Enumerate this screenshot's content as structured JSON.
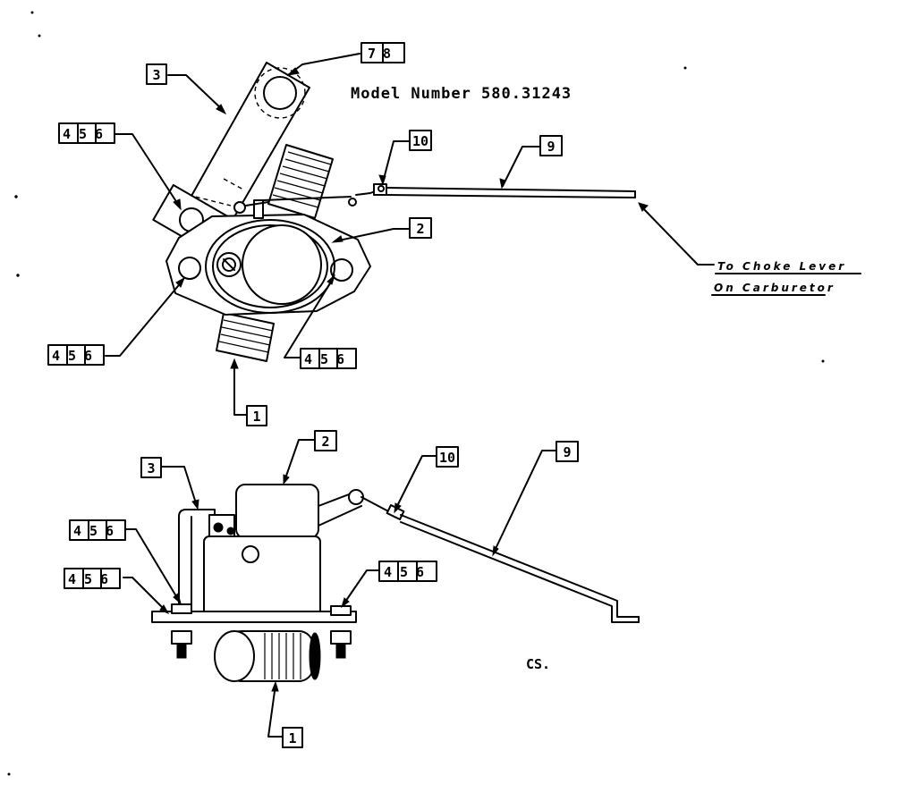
{
  "model_number": "Model Number 580.31243",
  "note_line1": "To Choke Lever",
  "note_line2": "On Carburetor",
  "drawing_code": "CS.",
  "callouts": {
    "top_part3": "3",
    "top_part78": "78",
    "top_part456_upper": "456",
    "top_part10": "10",
    "top_part9": "9",
    "top_part2": "2",
    "top_part456_left": "456",
    "top_part456_right": "456",
    "top_part1": "1",
    "side_part2": "2",
    "side_part10": "10",
    "side_part9": "9",
    "side_part3": "3",
    "side_part456_upper": "456",
    "side_part456_lower": "456",
    "side_part456_right": "456",
    "side_part1": "1"
  }
}
